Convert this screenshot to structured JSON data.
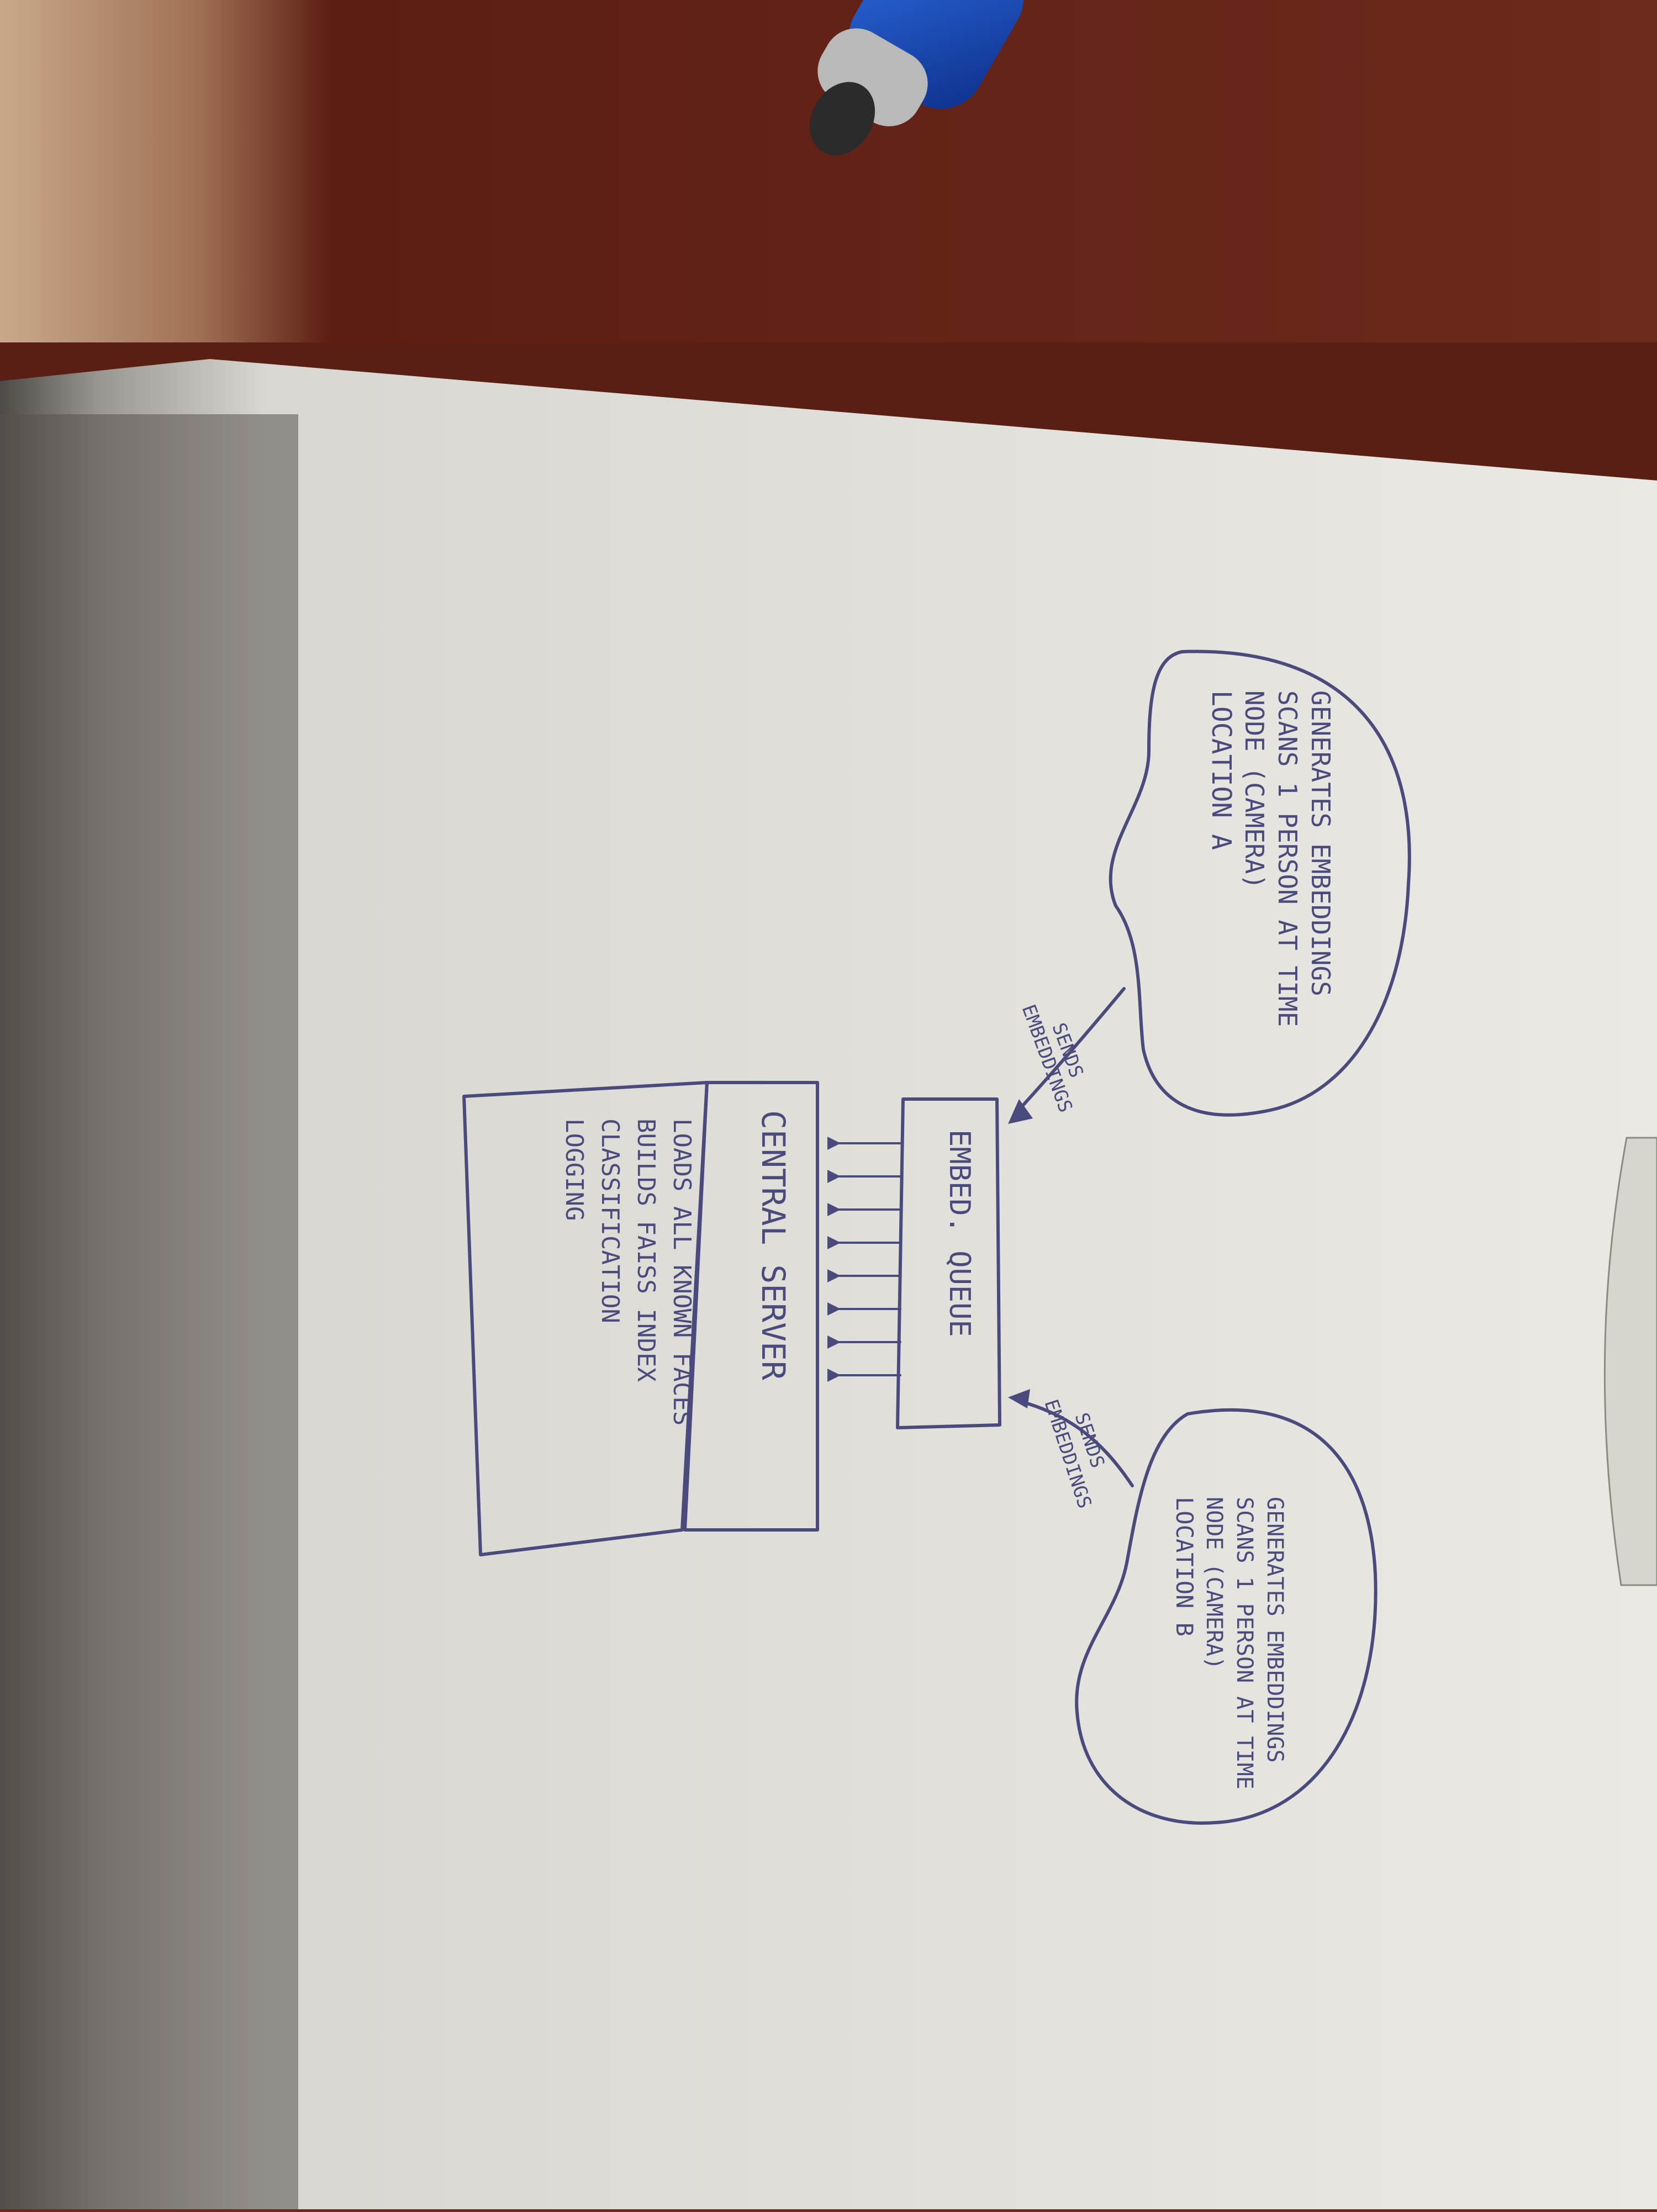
{
  "diagram": {
    "location_a": {
      "title": "LOCATION A",
      "line1": "NODE (CAMERA)",
      "line2": "SCANS 1 PERSON AT TIME",
      "line3": "GENERATES EMBEDDINGS"
    },
    "location_b": {
      "title": "LOCATION B",
      "line1": "NODE (CAMERA)",
      "line2": "SCANS 1 PERSON AT TIME",
      "line3": "GENERATES EMBEDDINGS"
    },
    "arrow_a": {
      "line1": "SENDS",
      "line2": "EMBEDDINGS"
    },
    "arrow_b": {
      "line1": "SENDS",
      "line2": "EMBEDDINGS"
    },
    "queue": {
      "label": "EMBED. QUEUE"
    },
    "server": {
      "title": "CENTRAL SERVER",
      "line1": "LOADS ALL KNOWN FACES",
      "line2": "BUILDS FAISS INDEX",
      "line3": "CLASSIFICATION",
      "line4": "LOGGING"
    }
  }
}
